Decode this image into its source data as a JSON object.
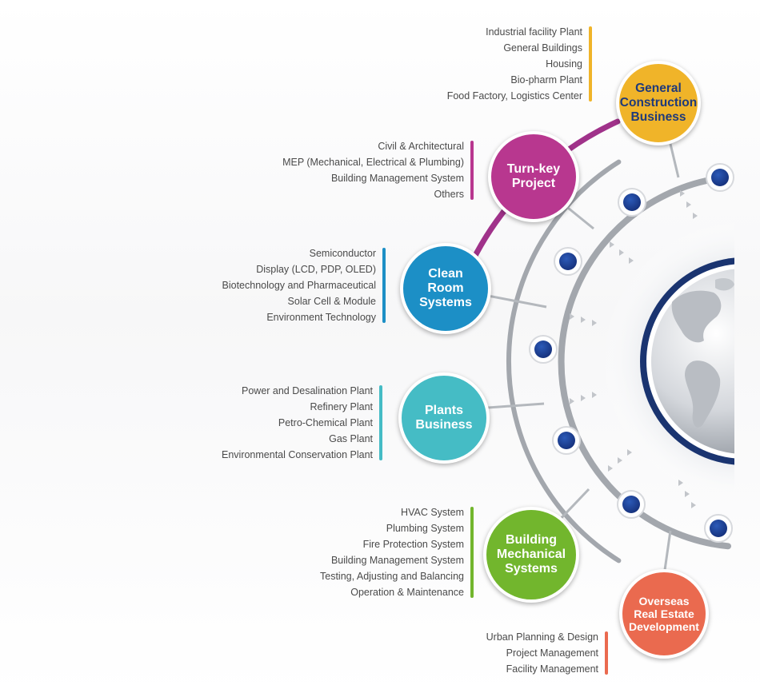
{
  "nodes": [
    {
      "id": "general",
      "label": "General\nConstruction\nBusiness",
      "color": "#f0b429",
      "text_color": "#1f3a7a",
      "items": [
        "Industrial facility Plant",
        "General Buildings",
        "Housing",
        "Bio-pharm Plant",
        "Food Factory, Logistics Center"
      ]
    },
    {
      "id": "turnkey",
      "label": "Turn-key\nProject",
      "color": "#b8378f",
      "text_color": "#ffffff",
      "items": [
        "Civil & Architectural",
        "MEP (Mechanical, Electrical & Plumbing)",
        "Building Management System",
        "Others"
      ]
    },
    {
      "id": "cleanroom",
      "label": "Clean\nRoom\nSystems",
      "color": "#1c8fc6",
      "text_color": "#ffffff",
      "items": [
        "Semiconductor",
        "Display (LCD, PDP, OLED)",
        "Biotechnology and Pharmaceutical",
        "Solar Cell & Module",
        "Environment Technology"
      ]
    },
    {
      "id": "plants",
      "label": "Plants\nBusiness",
      "color": "#45bcc5",
      "text_color": "#ffffff",
      "items": [
        "Power and Desalination Plant",
        "Refinery Plant",
        "Petro-Chemical Plant",
        "Gas Plant",
        "Environmental Conservation Plant"
      ]
    },
    {
      "id": "mechanical",
      "label": "Building\nMechanical\nSystems",
      "color": "#72b62d",
      "text_color": "#ffffff",
      "items": [
        "HVAC System",
        "Plumbing System",
        "Fire Protection System",
        "Building Management System",
        "Testing, Adjusting and Balancing",
        "Operation & Maintenance"
      ]
    },
    {
      "id": "overseas",
      "label": "Overseas\nReal Estate\nDevelopment",
      "color": "#ea6a4f",
      "text_color": "#ffffff",
      "items": [
        "Urban Planning & Design",
        "Project Management",
        "Facility Management"
      ]
    }
  ]
}
